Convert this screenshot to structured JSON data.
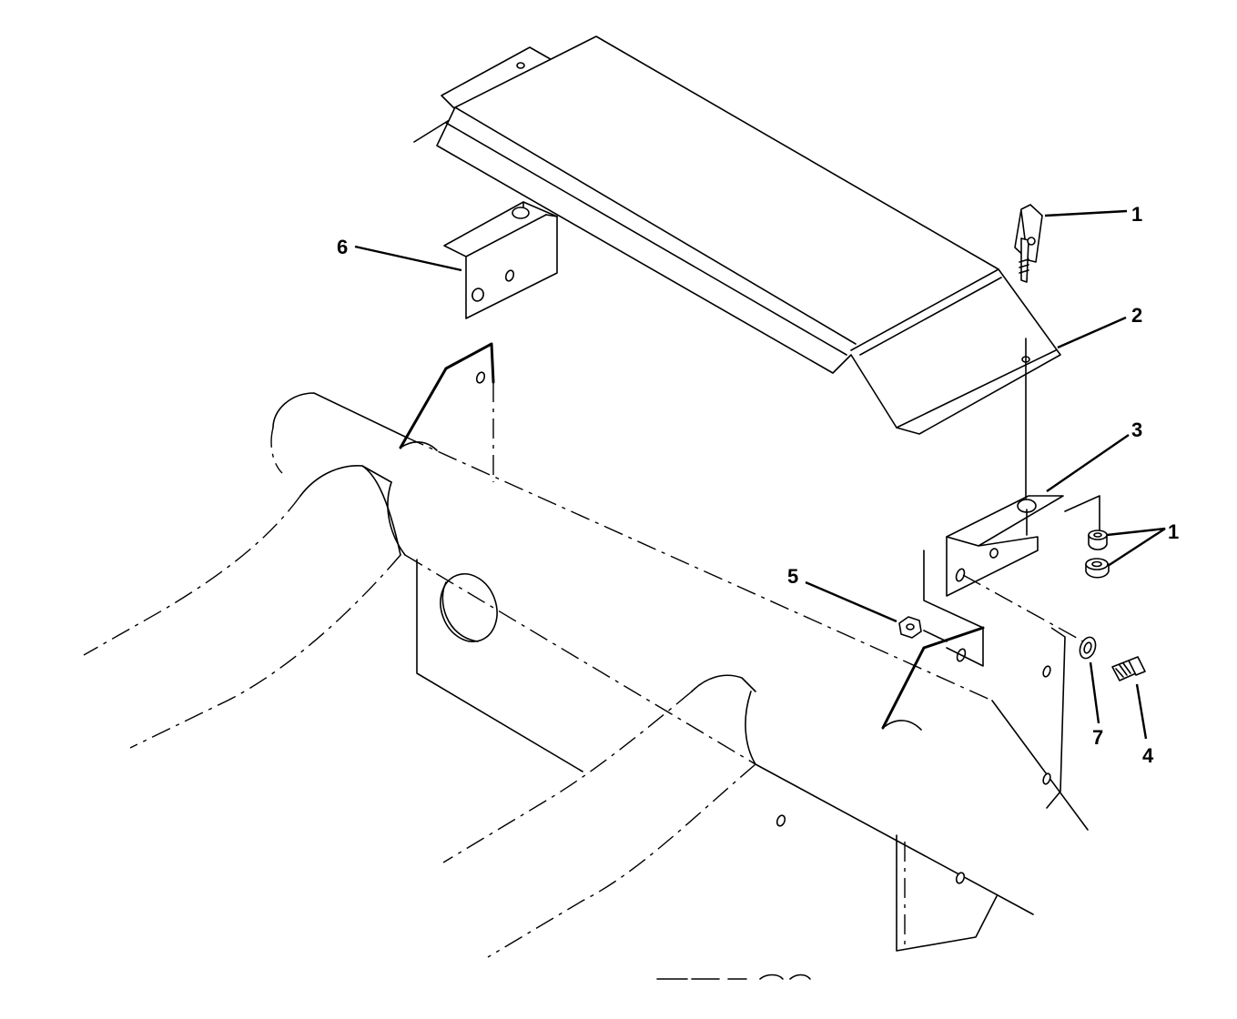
{
  "diagram": {
    "callouts": [
      {
        "id": "c1a",
        "label": "1"
      },
      {
        "id": "c2",
        "label": "2"
      },
      {
        "id": "c3",
        "label": "3"
      },
      {
        "id": "c1b",
        "label": "1"
      },
      {
        "id": "c5",
        "label": "5"
      },
      {
        "id": "c6",
        "label": "6"
      },
      {
        "id": "c7",
        "label": "7"
      },
      {
        "id": "c4",
        "label": "4"
      }
    ]
  }
}
